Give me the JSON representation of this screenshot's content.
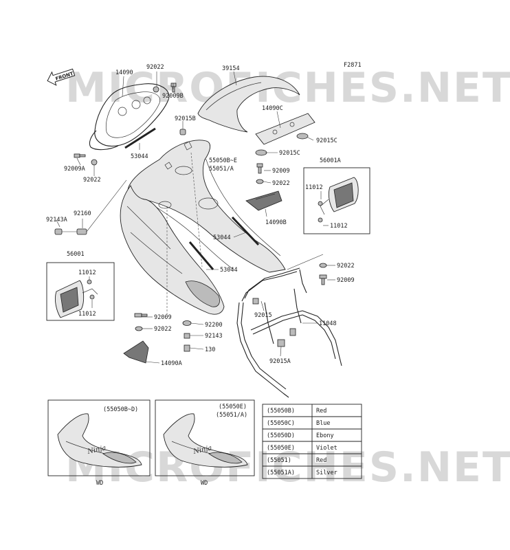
{
  "diagram_code": "F2871",
  "watermark": "MICROFICHES.NET",
  "front_badge": "FRONT",
  "labels": {
    "l14090": "14090",
    "l92022a": "92022",
    "l92009b": "92009B",
    "l39154": "39154",
    "l92015b": "92015B",
    "l53044a": "53044",
    "l92009a": "92009A",
    "l92022b": "92022",
    "l55050be": "55050B~E",
    "l55051a": "55051/A",
    "l14090c": "14090C",
    "l92015c1": "92015C",
    "l92015c2": "92015C",
    "l92009c": "92009",
    "l92022c": "92022",
    "l14090b": "14090B",
    "l56001a": "56001A",
    "l11012a": "11012",
    "l11012b": "11012",
    "l92160": "92160",
    "l92143a": "92143A",
    "l56001": "56001",
    "l11012c": "11012",
    "l11012d": "11012",
    "l53044b": "53044",
    "l53044c": "53044",
    "l92022d": "92022",
    "l92009d": "92009",
    "l92015": "92015",
    "l11048": "11048",
    "l92015a": "92015A",
    "l92009e": "92009",
    "l92022e": "92022",
    "l92200": "92200",
    "l92143": "92143",
    "l130": "130",
    "l14090a": "14090A"
  },
  "inset_left": {
    "title": "(55050B~D)",
    "caption": "WD"
  },
  "inset_right": {
    "title1": "(55050E)",
    "title2": "(55051/A)",
    "caption": "WD"
  },
  "color_table": [
    {
      "code": "(55050B)",
      "color": "Red"
    },
    {
      "code": "(55050C)",
      "color": "Blue"
    },
    {
      "code": "(55050D)",
      "color": "Ebony"
    },
    {
      "code": "(55050E)",
      "color": "Violet"
    },
    {
      "code": "(55051)",
      "color": "Red"
    },
    {
      "code": "(55051A)",
      "color": "Silver"
    }
  ]
}
